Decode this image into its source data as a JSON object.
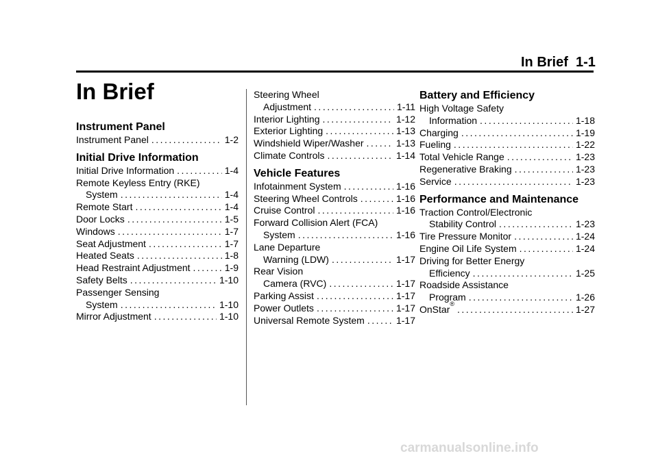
{
  "header": {
    "title": "In Brief",
    "page": "1-1"
  },
  "page_title": "In Brief",
  "col1": {
    "sections": [
      {
        "heading": "Instrument Panel",
        "entries": [
          {
            "text": "Instrument Panel",
            "page": "1-2"
          }
        ]
      },
      {
        "heading": "Initial Drive Information",
        "entries": [
          {
            "text": "Initial Drive Information",
            "page": "1-4"
          },
          {
            "line1": "Remote Keyless Entry (RKE)",
            "text": "System",
            "page": "1-4"
          },
          {
            "text": "Remote Start",
            "page": "1-4"
          },
          {
            "text": "Door Locks",
            "page": "1-5"
          },
          {
            "text": "Windows",
            "page": "1-7"
          },
          {
            "text": "Seat Adjustment",
            "page": "1-7"
          },
          {
            "text": "Heated Seats",
            "page": "1-8"
          },
          {
            "text": "Head Restraint Adjustment",
            "page": "1-9"
          },
          {
            "text": "Safety Belts",
            "page": "1-10"
          },
          {
            "line1": "Passenger Sensing",
            "text": "System",
            "page": "1-10"
          },
          {
            "text": "Mirror Adjustment",
            "page": "1-10"
          }
        ]
      }
    ]
  },
  "col2": {
    "continued": [
      {
        "line1": "Steering Wheel",
        "text": "Adjustment",
        "page": "1-11"
      },
      {
        "text": "Interior Lighting",
        "page": "1-12"
      },
      {
        "text": "Exterior Lighting",
        "page": "1-13"
      },
      {
        "text": "Windshield Wiper/Washer",
        "page": "1-13"
      },
      {
        "text": "Climate Controls",
        "page": "1-14"
      }
    ],
    "sections": [
      {
        "heading": "Vehicle Features",
        "entries": [
          {
            "text": "Infotainment System",
            "page": "1-16"
          },
          {
            "text": "Steering Wheel Controls",
            "page": "1-16"
          },
          {
            "text": "Cruise Control",
            "page": "1-16"
          },
          {
            "line1": "Forward Collision Alert (FCA)",
            "text": "System",
            "page": "1-16"
          },
          {
            "line1": "Lane Departure",
            "text": "Warning (LDW)",
            "page": "1-17"
          },
          {
            "line1": "Rear Vision",
            "text": "Camera (RVC)",
            "page": "1-17"
          },
          {
            "text": "Parking Assist",
            "page": "1-17"
          },
          {
            "text": "Power Outlets",
            "page": "1-17"
          },
          {
            "text": "Universal Remote System",
            "page": "1-17"
          }
        ]
      }
    ]
  },
  "col3": {
    "sections": [
      {
        "heading": "Battery and Efficiency",
        "entries": [
          {
            "line1": "High Voltage Safety",
            "text": "Information",
            "page": "1-18"
          },
          {
            "text": "Charging",
            "page": "1-19"
          },
          {
            "text": "Fueling",
            "page": "1-22"
          },
          {
            "text": "Total Vehicle Range",
            "page": "1-23"
          },
          {
            "text": "Regenerative Braking",
            "page": "1-23"
          },
          {
            "text": "Service",
            "page": "1-23"
          }
        ]
      },
      {
        "heading": "Performance and Maintenance",
        "entries": [
          {
            "line1": "Traction Control/Electronic",
            "text": "Stability Control",
            "page": "1-23"
          },
          {
            "text": "Tire Pressure Monitor",
            "page": "1-24"
          },
          {
            "text": "Engine Oil Life System",
            "page": "1-24"
          },
          {
            "line1": "Driving for Better Energy",
            "text": "Efficiency",
            "page": "1-25"
          },
          {
            "line1": "Roadside Assistance",
            "text": "Program",
            "page": "1-26"
          },
          {
            "text": "OnStar",
            "sup": "®",
            "page": "1-27"
          }
        ]
      }
    ]
  },
  "footer": {
    "watermark": "carmanualsonline.info"
  }
}
